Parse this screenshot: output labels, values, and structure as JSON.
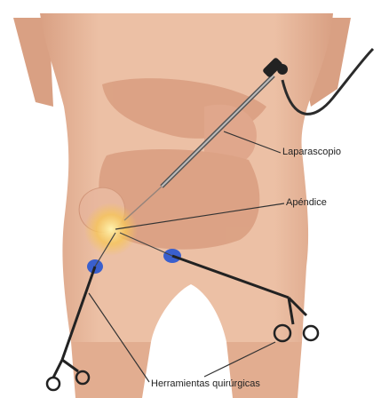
{
  "labels": {
    "laparoscope": "Laparascopio",
    "appendix": "Apéndice",
    "surgical_tools": "Herramientas quirúrgicas"
  },
  "colors": {
    "skin": "#e9b89c",
    "skin_shadow": "#d89b80",
    "organs": "#e7a98d",
    "appendix_glow": "#f6c55a",
    "port": "#3a5fcd",
    "instrument": "#222222",
    "leader_line": "#333333"
  },
  "icons": [
    "laparoscope-icon",
    "surgical-scissors-icon",
    "trocar-port-icon"
  ]
}
